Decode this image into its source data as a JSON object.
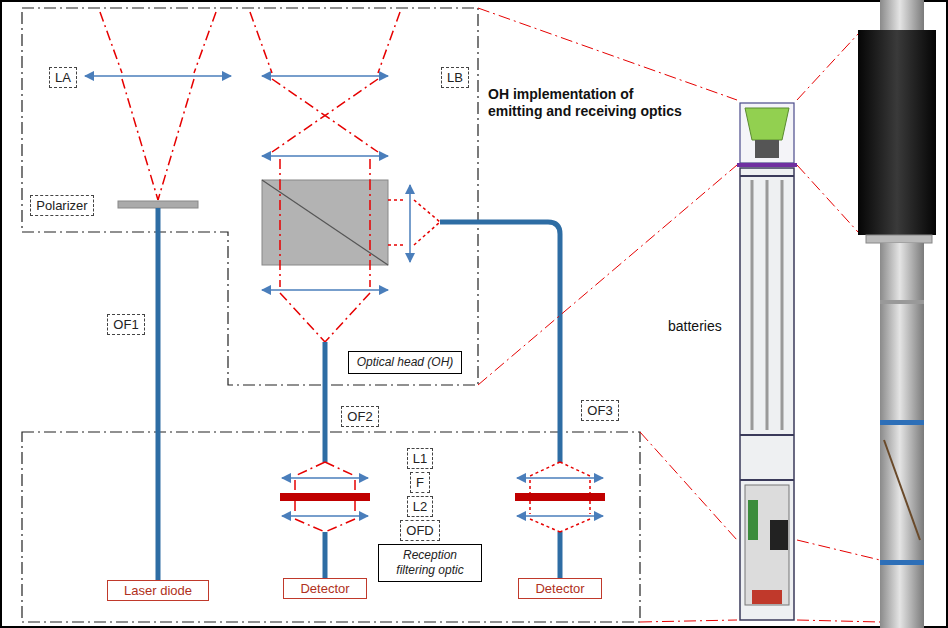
{
  "diagram": {
    "nodes": [
      {
        "text": [
          "LA"
        ]
      },
      {
        "text": [
          "Polarizer"
        ]
      },
      {
        "text": [
          "LB"
        ]
      },
      {
        "text": [
          "OF1"
        ]
      },
      {
        "text": [
          "Optical head (OH)"
        ]
      },
      {
        "text": [
          "OF2"
        ]
      },
      {
        "text": [
          "OF3"
        ]
      },
      {
        "text": [
          "Laser diode"
        ]
      },
      {
        "text": [
          "Detector"
        ]
      },
      {
        "text": [
          "L1"
        ]
      },
      {
        "text": [
          "F"
        ]
      },
      {
        "text": [
          "L2"
        ]
      },
      {
        "text": [
          "OFD"
        ]
      },
      {
        "text": [
          "Reception filtering optic"
        ]
      },
      {
        "text": [
          "Detector"
        ]
      }
    ],
    "labels": [
      "OH implementation of emitting and receiving optics",
      "batteries"
    ]
  }
}
